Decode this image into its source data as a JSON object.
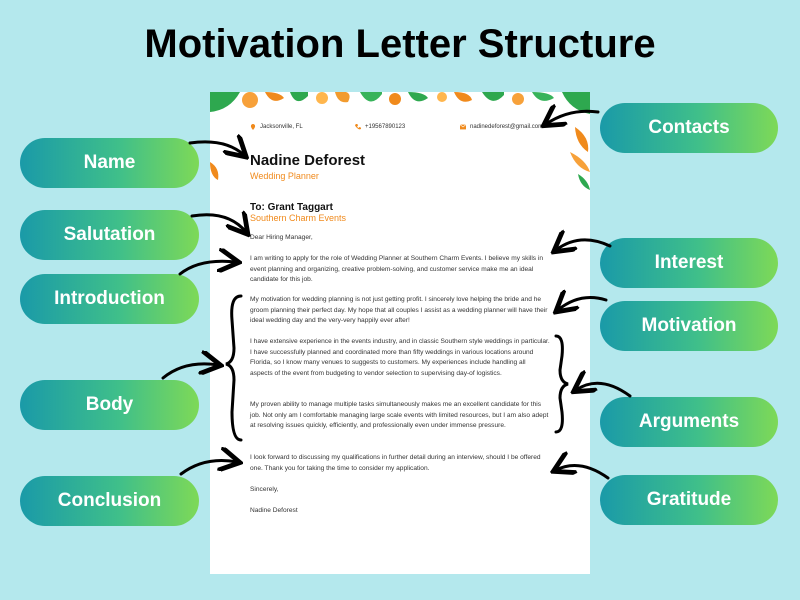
{
  "title": "Motivation Letter Structure",
  "labels": {
    "name": "Name",
    "salutation": "Salutation",
    "introduction": "Introduction",
    "body": "Body",
    "conclusion": "Conclusion",
    "contacts": "Contacts",
    "interest": "Interest",
    "motivation": "Motivation",
    "arguments": "Arguments",
    "gratitude": "Gratitude"
  },
  "letter": {
    "contact_location": "Jacksonville, FL",
    "contact_phone": "+19567890123",
    "contact_email": "nadinedeforest@gmail.com",
    "sender_name": "Nadine Deforest",
    "sender_role": "Wedding Planner",
    "recipient": "To: Grant Taggart",
    "recipient_company": "Southern Charm Events",
    "salutation": "Dear Hiring Manager,",
    "paragraph_1": "I am writing to apply for the role of Wedding Planner at Southern Charm Events. I believe my skills in event planning and organizing, creative problem-solving, and customer service make me an ideal candidate for this job.",
    "paragraph_2": "My motivation for wedding planning is not just getting profit. I sincerely love helping the bride and he groom planning their perfect day. My hope that all couples I assist as a wedding planner will have their ideal wedding day and the very-very happily ever after!",
    "paragraph_3": "I have extensive experience in the events industry, and in classic Southern style weddings in particular. I have successfully planned and coordinated more than fifty weddings in various locations around Florida, so I know many venues to suggests to customers. My experiences include handling all aspects of the event from budgeting to vendor selection to supervising day-of logistics.",
    "paragraph_4": "My proven ability to manage multiple tasks simultaneously makes me an excellent candidate for this job. Not only am I comfortable managing large scale events with limited resources, but I am also adept at resolving issues quickly, efficiently, and professionally even under immense pressure.",
    "paragraph_5": "I look forward to discussing my qualifications in further detail during an interview, should I be offered one. Thank you for taking the time to consider my application.",
    "closing": "Sincerely,",
    "signature": "Nadine Deforest"
  },
  "colors": {
    "background": "#b4e8ed",
    "pill_start": "#1a9aa8",
    "pill_end": "#7ed957",
    "accent_orange": "#f08a1c",
    "leaf_green": "#2ea84f"
  },
  "icons": [
    "location-icon",
    "phone-icon",
    "email-icon"
  ]
}
